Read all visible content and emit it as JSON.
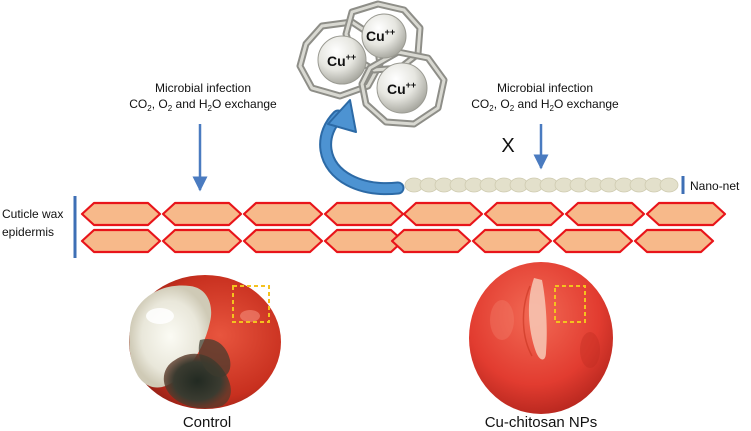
{
  "ions": [
    {
      "symbol": "Cu",
      "charge": "++"
    },
    {
      "symbol": "Cu",
      "charge": "++"
    },
    {
      "symbol": "Cu",
      "charge": "++"
    }
  ],
  "left_panel": {
    "infection_line1": "Microbial infection",
    "exchange": {
      "pre": "CO",
      "s1": "2",
      "mid1": ", O",
      "s2": "2",
      "mid2": " and H",
      "s3": "2",
      "post": "O exchange"
    },
    "layer_label_1": "Cuticle wax",
    "layer_label_2": "epidermis",
    "caption": "Control"
  },
  "right_panel": {
    "infection_line1": "Microbial infection",
    "exchange": {
      "pre": "CO",
      "s1": "2",
      "mid1": ", O",
      "s2": "2",
      "mid2": " and H",
      "s3": "2",
      "post": "O exchange"
    },
    "blocked_mark": "X",
    "net_label": "Nano-net",
    "caption": "Cu-chitosan NPs"
  },
  "colors": {
    "cell_fill": "#F7B98A",
    "cell_stroke": "#E8141A",
    "arrow_blue": "#4A7BC0",
    "bar_blue": "#3E6FB5",
    "curve_arrow": "#3F86C5",
    "nanonet_bead": "#E3E0CB",
    "highlight_box": "#F4C21F",
    "control_fruit": "#D83A2A",
    "treated_fruit": "#E9433A"
  }
}
